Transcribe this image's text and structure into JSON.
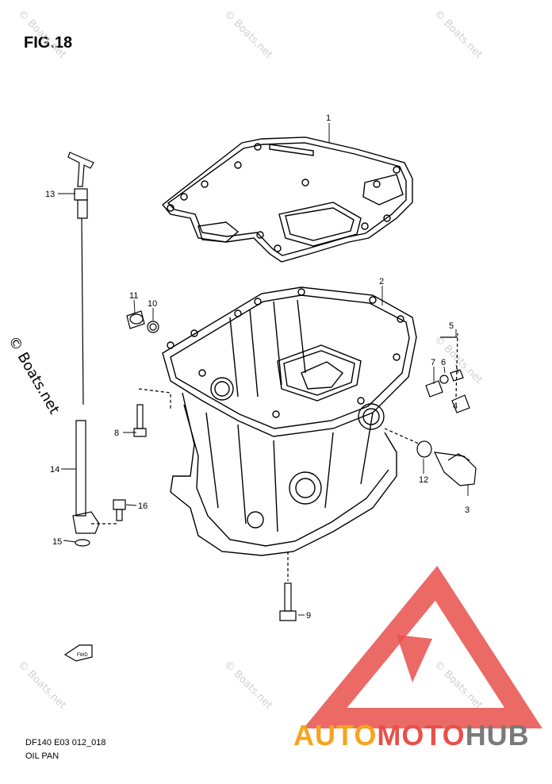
{
  "figure_title": "FIG.18",
  "footer": {
    "code": "DF140 E03 012_018",
    "name": "OIL PAN"
  },
  "watermark": "© Boats.net",
  "side_watermark": "© Boats.net",
  "fwd_label": "FWD",
  "callouts": {
    "c1": "1",
    "c2": "2",
    "c3": "3",
    "c4": "4",
    "c5": "5",
    "c6": "6",
    "c7": "7",
    "c8": "8",
    "c9": "9",
    "c10": "10",
    "c11": "11",
    "c12": "12",
    "c13": "13",
    "c14": "14",
    "c15": "15",
    "c16": "16"
  },
  "logo": {
    "part1": "AUTO",
    "part2": "MOTO",
    "part3": "HUB",
    "color_orange": "#f5a41d",
    "color_red": "#e8504b",
    "color_gray": "#7a7a7a"
  }
}
